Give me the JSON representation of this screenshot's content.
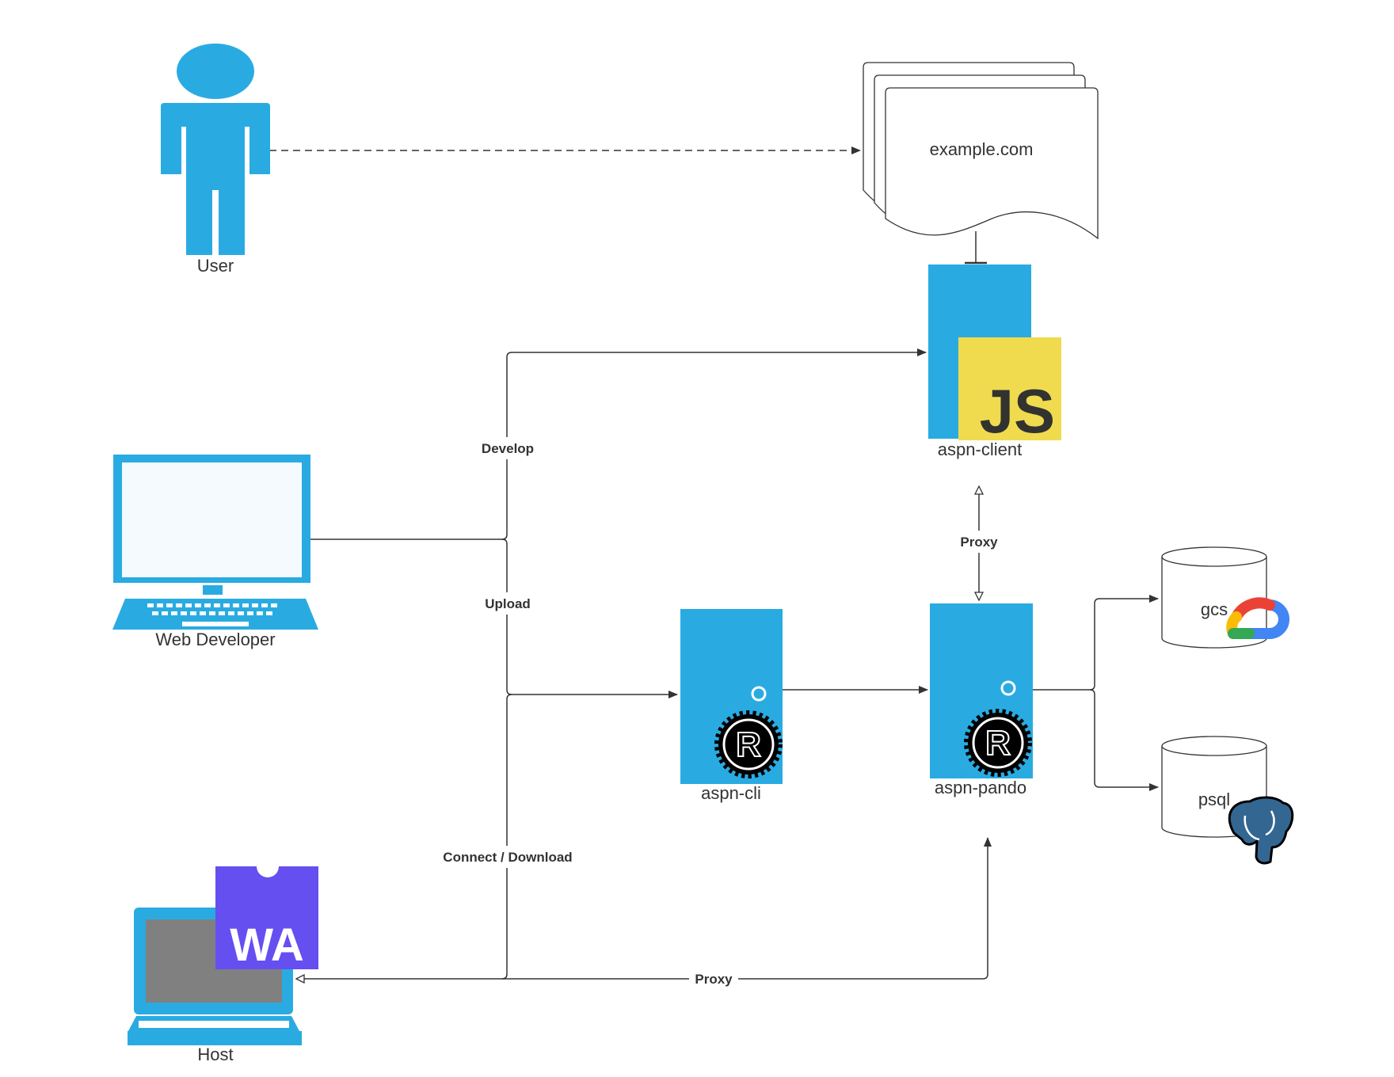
{
  "nodes": {
    "user": "User",
    "website": "example.com",
    "client": "aspn-client",
    "web_developer": "Web Developer",
    "cli": "aspn-cli",
    "pando": "aspn-pando",
    "gcs": "gcs",
    "psql": "psql",
    "host": "Host"
  },
  "edges": {
    "develop": "Develop",
    "upload": "Upload",
    "proxy_client": "Proxy",
    "connect_download": "Connect / Download",
    "proxy_host": "Proxy"
  },
  "logos": {
    "js": "JS",
    "wa": "WA",
    "rust": "R"
  },
  "icons": {
    "user": "person-icon",
    "web_developer": "desktop-computer-icon",
    "host": "laptop-icon",
    "website": "document-stack-icon",
    "client": "server-icon",
    "cli": "server-icon",
    "pando": "server-icon",
    "gcs": "database-icon",
    "psql": "database-icon",
    "gcloud": "google-cloud-logo-icon",
    "postgres": "postgresql-elephant-icon"
  },
  "colors": {
    "node_blue": "#29abe2",
    "edge": "#333333",
    "js_yellow": "#f0db4f",
    "wa_purple": "#654ff0"
  }
}
